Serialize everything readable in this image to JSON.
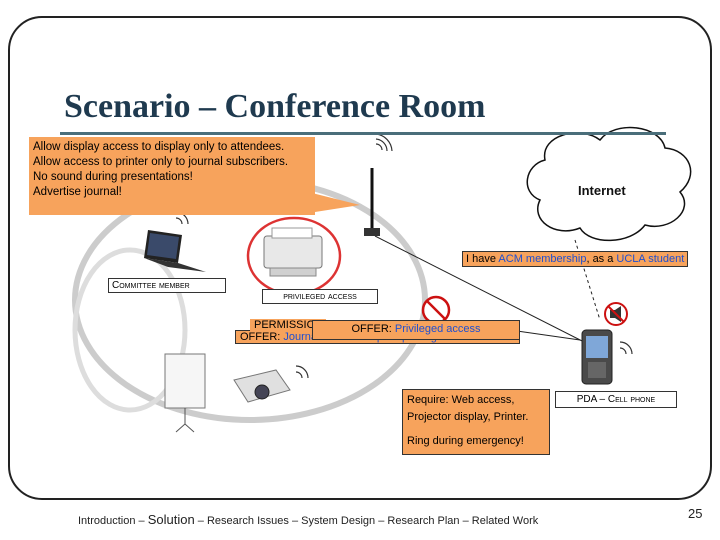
{
  "slide": {
    "title": "Scenario – Conference Room",
    "page_number": "25"
  },
  "callout": {
    "lines": [
      "Allow display access to display only to attendees.",
      "Allow access to printer only to journal subscribers.",
      "No sound during presentations!",
      "Advertise journal!"
    ]
  },
  "internet_label": "Internet",
  "user_claim": {
    "prefix": "I have ",
    "highlight1": "ACM membership",
    "middle": ", as a ",
    "highlight2": "UCLA student"
  },
  "committee_label": "Committee member",
  "privileged_access_label": "privileged access",
  "permission_label": "PERMISSIO",
  "offer_label": {
    "prefix": "OFFER: ",
    "highlight": "Privileged access"
  },
  "offer_journal": {
    "prefix": "OFFER: ",
    "highlight": "Journal membership for privileged access"
  },
  "require_box": {
    "prefix": "Require: ",
    "line1": "Web access,",
    "line2": "Projector display, Printer.",
    "line3": "Ring during emergency!"
  },
  "device_label": "PDA – Cell phone",
  "footer": {
    "items": [
      "Introduction",
      "Solution",
      "Research Issues",
      "System Design",
      "Research Plan",
      "Related Work"
    ],
    "separator": "–"
  },
  "colors": {
    "title": "#1f3a4f",
    "callout_bg": "#f7a35c",
    "highlight_text": "#1f4fd1",
    "forbidden": "#cc1111"
  },
  "icons": [
    "wifi-signal-icon",
    "wireless-router-icon",
    "cloud-icon",
    "laptop-icon",
    "printer-icon",
    "projector-icon",
    "projector-screen-icon",
    "pda-icon",
    "no-sound-icon",
    "no-symbol-icon"
  ]
}
